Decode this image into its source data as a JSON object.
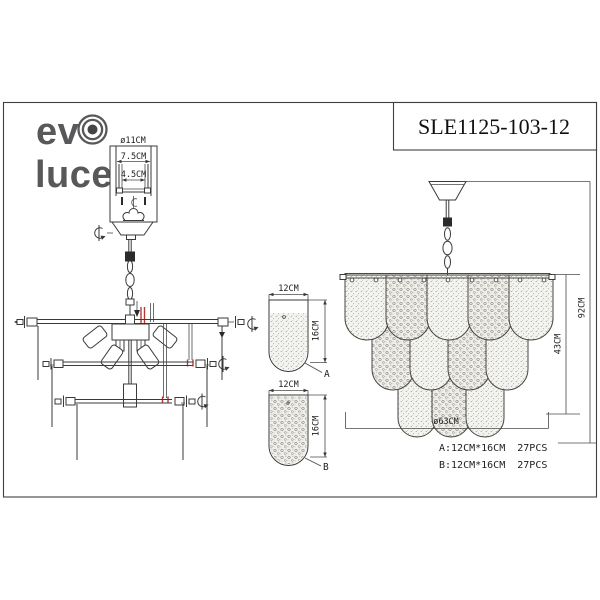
{
  "brand": {
    "word1": "ev",
    "word2": "luce"
  },
  "title_block": {
    "model": "SLE1125-103-12"
  },
  "canopy_detail": {
    "diameter_label": "ø11CM",
    "width_label": "7.5CM",
    "inner_height_label": "4.5CM"
  },
  "petal_a": {
    "width_label": "12CM",
    "height_label": "16CM",
    "tag": "A"
  },
  "petal_b": {
    "width_label": "12CM",
    "height_label": "16CM",
    "tag": "B"
  },
  "render_dims": {
    "overall_height_label": "92CM",
    "body_height_label": "43CM",
    "diameter_label": "ø63CM"
  },
  "specs": {
    "line_a": "A:12CM*16CM  27PCS",
    "line_b": "B:12CM*16CM  27PCS"
  },
  "colors": {
    "line": "#3a3a3a",
    "accent_red": "#b03a3a",
    "logo_gray": "#58585a",
    "paper": "#ffffff"
  }
}
